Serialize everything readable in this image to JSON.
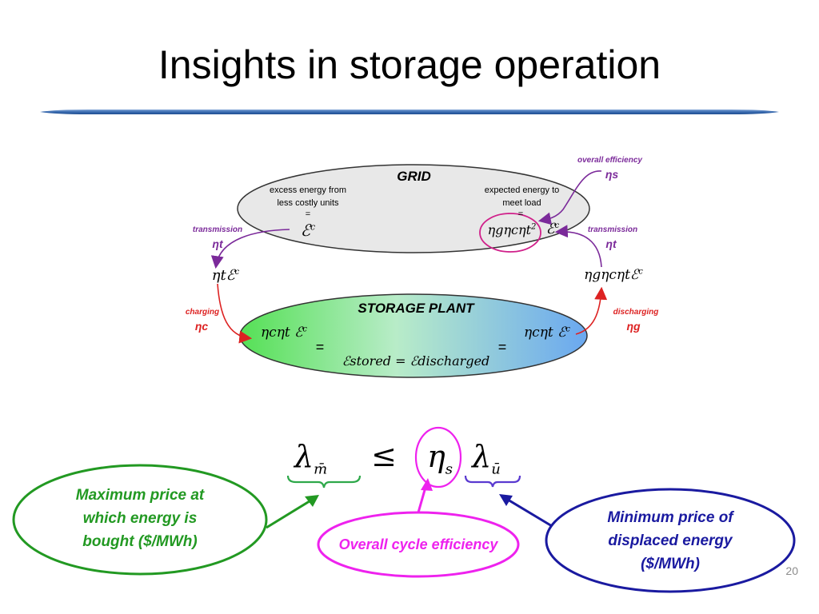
{
  "title": "Insights in storage operation",
  "page_number": "20",
  "colors": {
    "rule": "#3a6bb0",
    "green": "#229922",
    "magenta": "#ee22ee",
    "blue": "#1a1aa0",
    "purple": "#7b2a9a",
    "red": "#dd2222"
  },
  "grid": {
    "label": "GRID",
    "left_text_1": "excess energy from",
    "left_text_2": "less costly units",
    "left_eq": "=",
    "left_expr": "ℰ",
    "left_sup": "c",
    "right_text_1": "expected energy to",
    "right_text_2": "meet load",
    "right_eq": "=",
    "right_expr": "ηgηcηt",
    "right_sup": "2",
    "right_tail": "ℰ",
    "right_tail_sup": "c"
  },
  "storage": {
    "label": "STORAGE PLANT",
    "left_expr": "ηcηt ℰ",
    "left_sup": "c",
    "eq1": "=",
    "center_expr": "ℰstored = ℰdischarged",
    "eq2": "=",
    "right_expr": "ηcηt ℰ",
    "right_sup": "c"
  },
  "side": {
    "left_transmission_label": "transmission",
    "left_transmission_symbol": "ηt",
    "left_mid_expr": "ηtℰ",
    "left_mid_sup": "c",
    "charging_label": "charging",
    "charging_symbol": "ηc",
    "right_transmission_label": "transmission",
    "right_transmission_symbol": "ηt",
    "right_mid_expr": "ηgηcηtℰ",
    "right_mid_sup": "c",
    "discharging_label": "discharging",
    "discharging_symbol": "ηg",
    "overall_label": "overall efficiency",
    "overall_symbol": "ηs"
  },
  "formula": {
    "lhs": "λ",
    "lhs_sub": "m̄",
    "op": "≤",
    "eta": "η",
    "eta_sub": "s",
    "rhs": "λ",
    "rhs_sub": "ū"
  },
  "callouts": {
    "max_price": [
      "Maximum price at",
      "which energy is",
      "bought ($/MWh)"
    ],
    "cycle": "Overall cycle efficiency",
    "min_price": [
      "Minimum price of",
      "displaced energy",
      "($/MWh)"
    ]
  }
}
